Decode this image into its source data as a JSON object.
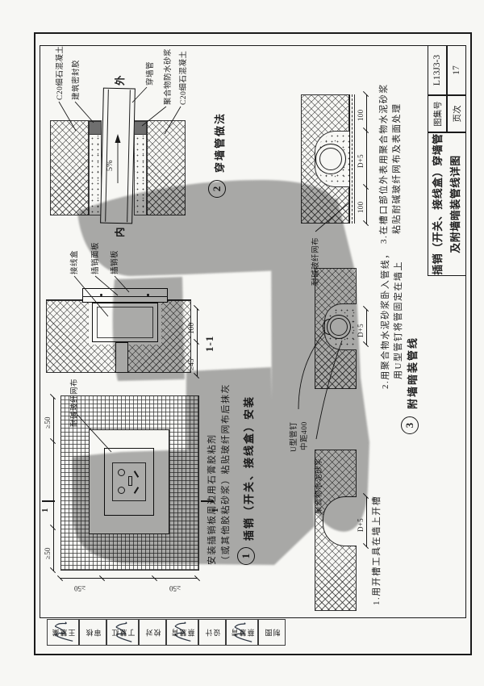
{
  "colors": {
    "paper": "#f7f7f4",
    "ink": "#1f1f1f",
    "stain": "#aeaeae"
  },
  "sheet": {
    "title_block": {
      "atlas_label": "图集号",
      "atlas_no": "L13J3-3",
      "page_label": "页次",
      "page_no": "17",
      "title_line1": "插销（开关、接线盒）穿墙管",
      "title_line2": "及附墙暗装管线详图"
    },
    "strip": {
      "cells": [
        {
          "kind": "sig",
          "text": "王慧業"
        },
        {
          "kind": "label",
          "text": "审核"
        },
        {
          "kind": "sig",
          "text": "丁慧红"
        },
        {
          "kind": "label",
          "text": "校对"
        },
        {
          "kind": "sig",
          "text": "蔡慧青"
        },
        {
          "kind": "label",
          "text": "设计"
        },
        {
          "kind": "sig",
          "text": "蔡慧青"
        },
        {
          "kind": "label",
          "text": "制图"
        }
      ]
    },
    "detail1": {
      "num": "1",
      "title": "插销（开关、接线盒）安装",
      "sec_mark": "1",
      "sec_title": "1-1",
      "dim_ge50": "≥50",
      "dim_100": "100",
      "dim_ge45": "≥45",
      "label_mesh": "耐碱玻纤网布",
      "label_junction_box": "接线盒",
      "label_panel": "插销面板",
      "label_plate": "插销板",
      "note_line1": "安装插销板周边用石膏胶粘剂",
      "note_line2": "（或其他胶粘砂浆）粘贴玻纤网布后抹灰"
    },
    "detail2": {
      "num": "2",
      "title": "穿墙管做法",
      "label_outside": "外",
      "label_inside": "内",
      "slope": "5%",
      "label_c20": "C20细石混凝土",
      "label_sealant": "建筑密封胶",
      "label_pipe": "穿墙管",
      "label_waterproof_mortar": "聚合物防水砂浆"
    },
    "detail3": {
      "num": "3",
      "title": "附墙暗装管线",
      "step1": "1.用开槽工具在墙上开槽",
      "step2_line1": "2.用聚合物水泥砂浆卧入管线，",
      "step2_line2": "用U型管钉将管固定在墙上",
      "step3_line1": "3.在槽口部位外表用聚合物水泥砂浆",
      "step3_line2": "粘贴耐碱玻纤网布及表面处理",
      "dim_d5": "D+5",
      "dim_100": "100",
      "label_mesh": "耐碱玻纤网布",
      "label_unail_line1": "U型管钉",
      "label_unail_line2": "中距400",
      "label_mortar": "聚合物水泥砂浆"
    }
  }
}
